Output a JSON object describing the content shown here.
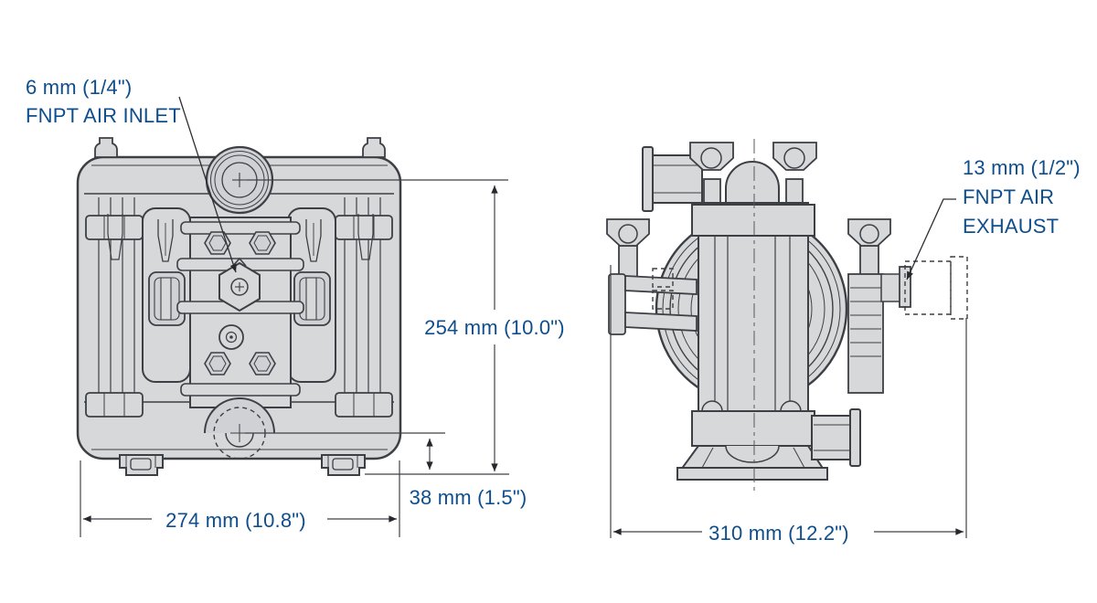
{
  "diagram": {
    "type": "technical-dimension-drawing",
    "subject": "air-operated double diaphragm pump, front and side views",
    "colors": {
      "label_blue": "#0f4e8c",
      "drawing_line": "#3c3f44",
      "body_fill": "#d6d8da",
      "background": "#ffffff"
    }
  },
  "annotations": {
    "air_inlet": {
      "line1": "6 mm (1/4\")",
      "line2": "FNPT AIR INLET"
    },
    "air_exhaust": {
      "line1": "13 mm (1/2\")",
      "line2": "FNPT AIR",
      "line3": "EXHAUST"
    },
    "dimensions": {
      "front_height": "254 mm (10.0\")",
      "front_port_height": "38 mm (1.5\")",
      "front_width": "274 mm (10.8\")",
      "side_width": "310 mm (12.2\")"
    }
  }
}
